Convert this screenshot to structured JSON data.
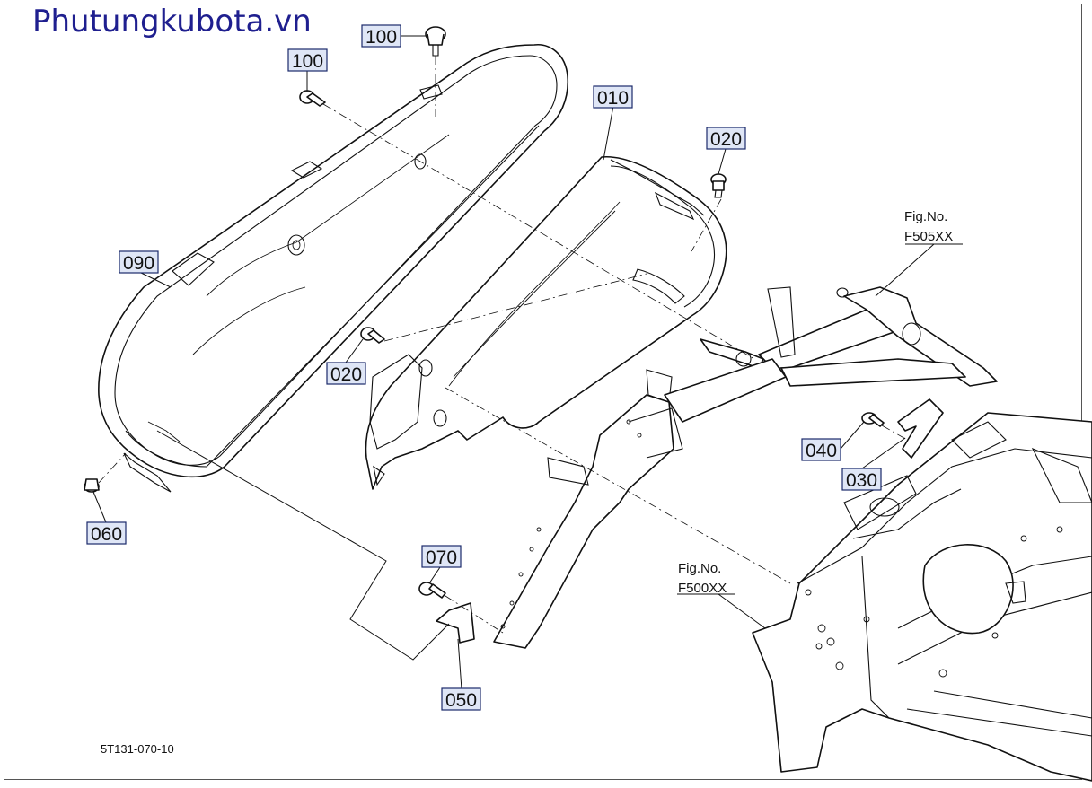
{
  "watermark": "Phutungkubota.vn",
  "diagram_code": "5T131-070-10",
  "parts": [
    {
      "id": "label-100-top",
      "number": "100"
    },
    {
      "id": "label-100-left",
      "number": "100"
    },
    {
      "id": "label-010",
      "number": "010"
    },
    {
      "id": "label-020-right",
      "number": "020"
    },
    {
      "id": "label-090",
      "number": "090"
    },
    {
      "id": "label-020-left",
      "number": "020"
    },
    {
      "id": "label-060",
      "number": "060"
    },
    {
      "id": "label-040",
      "number": "040"
    },
    {
      "id": "label-030",
      "number": "030"
    },
    {
      "id": "label-070",
      "number": "070"
    },
    {
      "id": "label-050",
      "number": "050"
    }
  ],
  "references": [
    {
      "line1": "Fig.No.",
      "line2": "F505XX"
    },
    {
      "line1": "Fig.No.",
      "line2": "F500XX"
    }
  ]
}
